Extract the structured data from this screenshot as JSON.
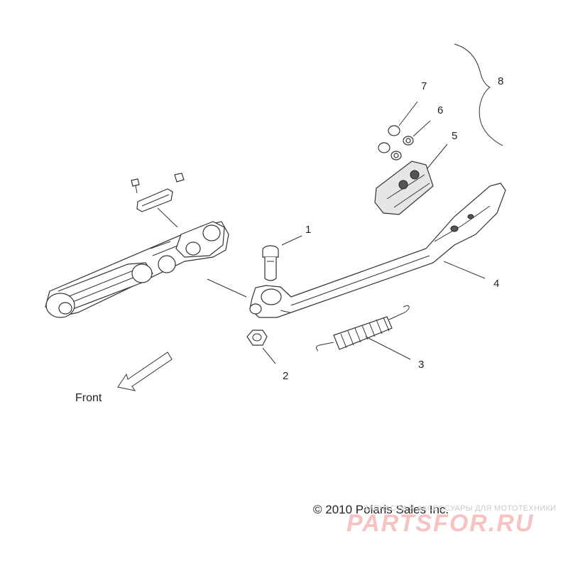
{
  "callouts": [
    {
      "id": "1",
      "label": "1"
    },
    {
      "id": "2",
      "label": "2"
    },
    {
      "id": "3",
      "label": "3"
    },
    {
      "id": "4",
      "label": "4"
    },
    {
      "id": "5",
      "label": "5"
    },
    {
      "id": "6",
      "label": "6"
    },
    {
      "id": "7",
      "label": "7"
    },
    {
      "id": "8",
      "label": "8"
    }
  ],
  "front_label": "Front",
  "copyright": "© 2010 Polaris Sales Inc.",
  "watermark": {
    "tagline": "ЗАПЧАСТИ И АКСЕССУАРЫ ДЛЯ МОТОТЕХНИКИ",
    "logo": "PARTSFOR.RU"
  },
  "colors": {
    "line": "#333333",
    "watermark_logo": "#f4b4b4"
  }
}
